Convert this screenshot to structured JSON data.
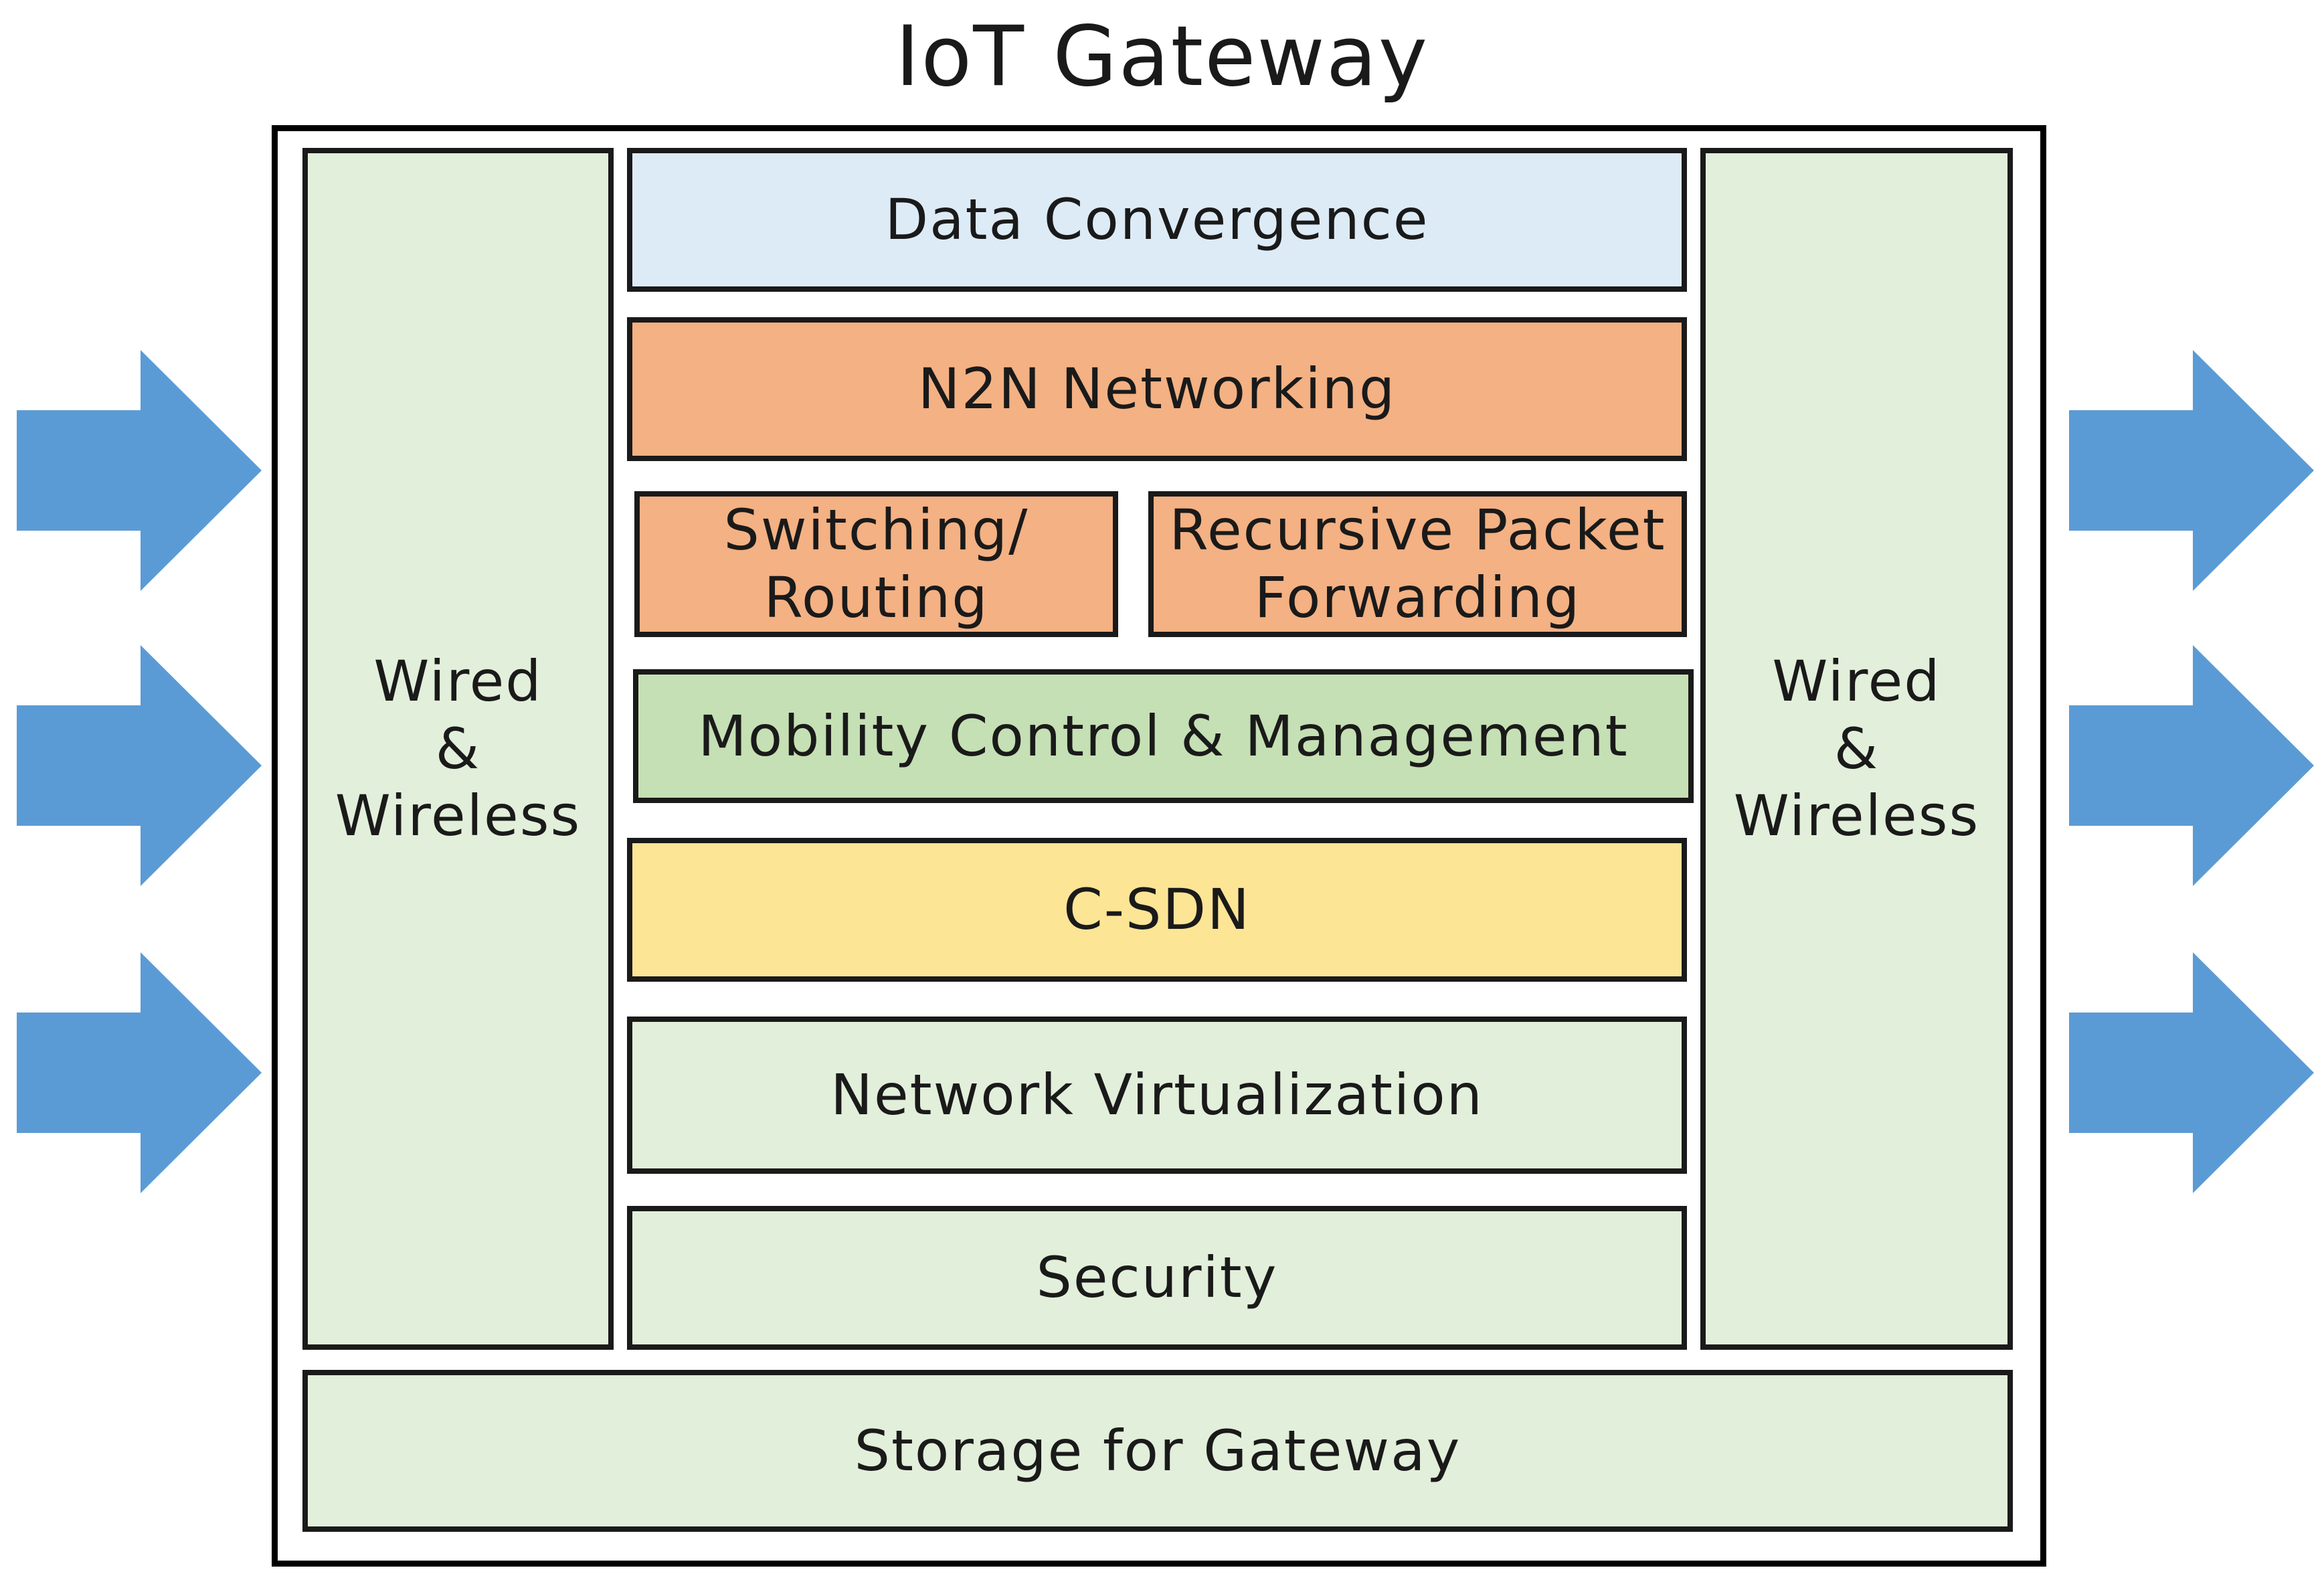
{
  "title": "IoT Gateway",
  "left_column": {
    "label": "Wired\n&\nWireless"
  },
  "right_column": {
    "label": "Wired\n&\nWireless"
  },
  "layers": {
    "data_convergence": "Data Convergence",
    "n2n_networking": "N2N Networking",
    "switching_routing": "Switching/\nRouting",
    "recursive_packet_forwarding": "Recursive Packet\nForwarding",
    "mobility": "Mobility Control & Management",
    "csdn": "C-SDN",
    "network_virtualization": "Network Virtualization",
    "security": "Security",
    "storage": "Storage for Gateway"
  },
  "colors": {
    "light_green": "#e2efda",
    "light_blue": "#ddebf7",
    "orange": "#f4b183",
    "green": "#c5e0b4",
    "yellow": "#fde596",
    "arrow_blue": "#5b9bd5"
  },
  "arrows": {
    "left_inputs": [
      "arrow-right-icon",
      "arrow-right-icon",
      "arrow-right-icon"
    ],
    "right_outputs": [
      "arrow-right-icon",
      "arrow-right-icon",
      "arrow-right-icon"
    ]
  }
}
